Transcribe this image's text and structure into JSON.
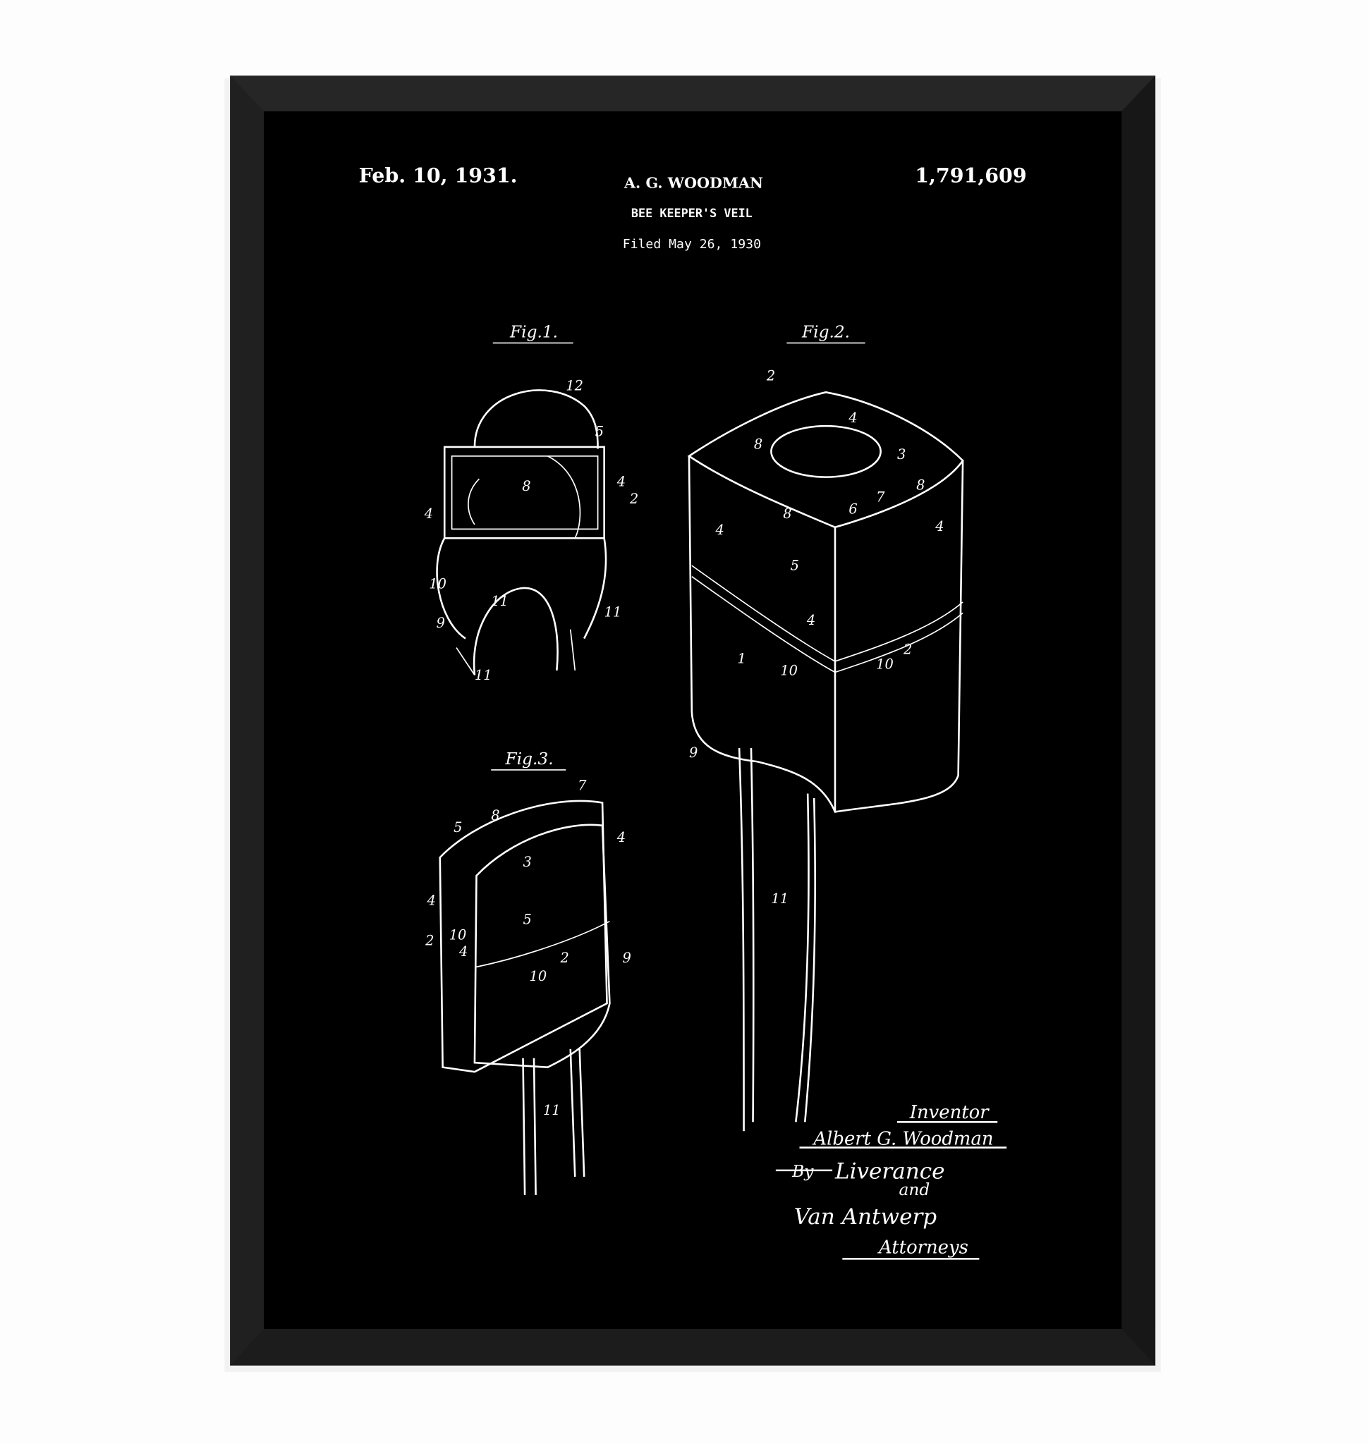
{
  "patent": {
    "date": "Feb. 10, 1931.",
    "inventor_header": "A. G. WOODMAN",
    "title": "BEE KEEPER'S VEIL",
    "filed": "Filed May 26, 1930",
    "number": "1,791,609"
  },
  "figures": {
    "fig1": "Fig.1.",
    "fig2": "Fig.2.",
    "fig3": "Fig.3."
  },
  "signature": {
    "inventor_label": "Inventor",
    "inventor_name": "Albert G. Woodman",
    "by": "By",
    "attorney1": "Liverance",
    "and": "and",
    "attorney2": "Van Antwerp",
    "attorneys_label": "Attorneys"
  },
  "ref_numerals": {
    "fig1": [
      "12",
      "5",
      "8",
      "4",
      "4",
      "2",
      "10",
      "9",
      "11",
      "11",
      "11"
    ],
    "fig2": [
      "2",
      "4",
      "3",
      "8",
      "8",
      "7",
      "6",
      "8",
      "5",
      "4",
      "4",
      "4",
      "1",
      "10",
      "10",
      "2",
      "9",
      "11"
    ],
    "fig3": [
      "7",
      "5",
      "8",
      "4",
      "3",
      "4",
      "5",
      "2",
      "10",
      "4",
      "2",
      "9",
      "10",
      "11"
    ]
  },
  "colors": {
    "frame": "#1c1c1c",
    "mat": "#000000",
    "ink": "#ffffff"
  }
}
